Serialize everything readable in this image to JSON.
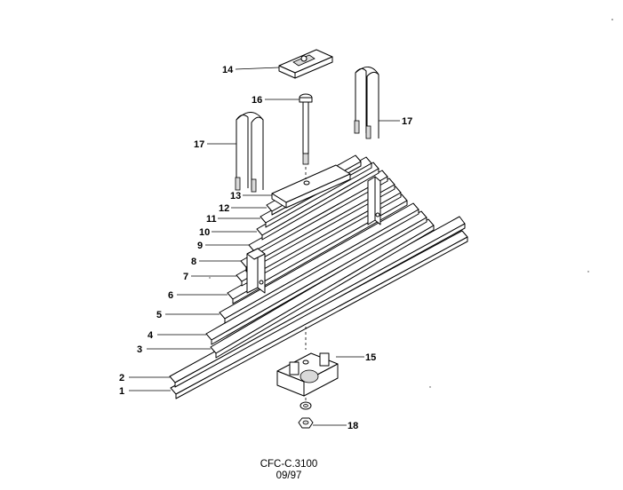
{
  "diagram": {
    "callouts": [
      {
        "id": "1",
        "label": "1"
      },
      {
        "id": "2",
        "label": "2"
      },
      {
        "id": "3",
        "label": "3"
      },
      {
        "id": "4",
        "label": "4"
      },
      {
        "id": "5",
        "label": "5"
      },
      {
        "id": "6",
        "label": "6"
      },
      {
        "id": "7",
        "label": "7"
      },
      {
        "id": "8",
        "label": "8"
      },
      {
        "id": "9",
        "label": "9"
      },
      {
        "id": "10",
        "label": "10"
      },
      {
        "id": "11",
        "label": "11"
      },
      {
        "id": "12",
        "label": "12"
      },
      {
        "id": "13",
        "label": "13"
      },
      {
        "id": "14",
        "label": "14"
      },
      {
        "id": "15",
        "label": "15"
      },
      {
        "id": "16",
        "label": "16"
      },
      {
        "id": "17a",
        "label": "17"
      },
      {
        "id": "17b",
        "label": "17"
      },
      {
        "id": "18",
        "label": "18"
      }
    ],
    "drawing_code": "CFC-C.3100",
    "drawing_date": "09/97"
  }
}
